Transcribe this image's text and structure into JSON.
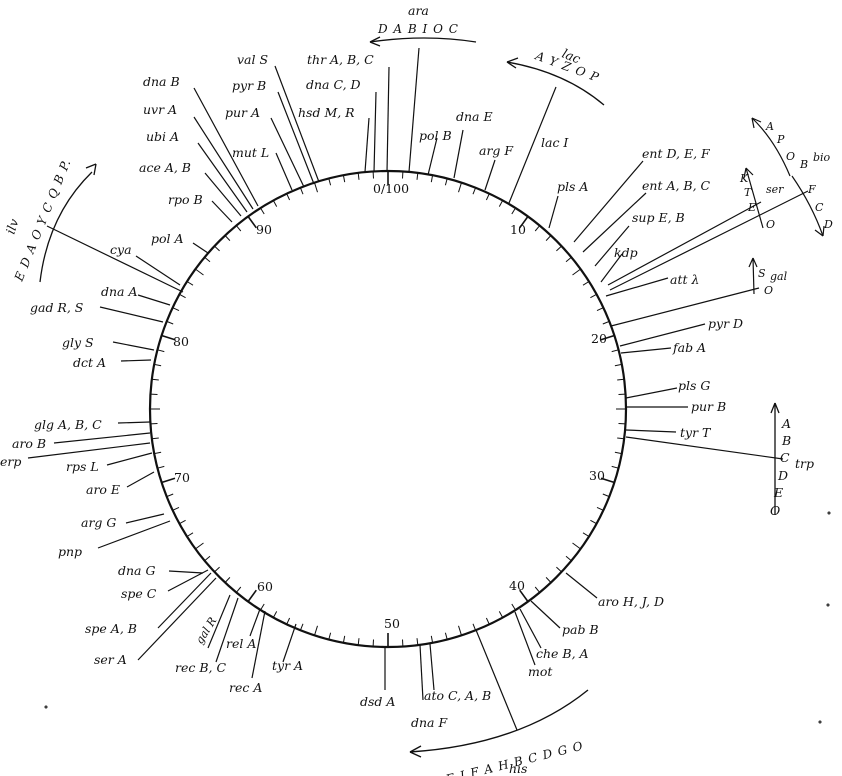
{
  "diagram": {
    "scale_numbers": [
      "0/100",
      "10",
      "20",
      "30",
      "40",
      "50",
      "60",
      "70",
      "80",
      "90"
    ],
    "loci": [
      {
        "label": "ara",
        "minute": 99.3
      },
      {
        "label": "thr A, B, C",
        "minute": 98.6
      },
      {
        "label": "val S",
        "minute": 95.0
      },
      {
        "label": "dna C, D",
        "minute": 98.2
      },
      {
        "label": "hsd M, R",
        "minute": 97.7
      },
      {
        "label": "pyr B",
        "minute": 94.4
      },
      {
        "label": "dna B",
        "minute": 91.6
      },
      {
        "label": "uvr A",
        "minute": 92.0
      },
      {
        "label": "ubi A",
        "minute": 92.4
      },
      {
        "label": "pur A",
        "minute": 94.9
      },
      {
        "label": "mut L",
        "minute": 95.6
      },
      {
        "label": "ace A, B",
        "minute": 90.8
      },
      {
        "label": "rpo B",
        "minute": 90.0
      },
      {
        "label": "pol A",
        "minute": 87.0
      },
      {
        "label": "cya",
        "minute": 85.7
      },
      {
        "label": "dna A",
        "minute": 83.3
      },
      {
        "label": "gad R, S",
        "minute": 81.9
      },
      {
        "label": "gly S",
        "minute": 79.3
      },
      {
        "label": "dct A",
        "minute": 78.6
      },
      {
        "label": "glg A, B, C",
        "minute": 75.1
      },
      {
        "label": "aro B",
        "minute": 74.4
      },
      {
        "label": "rps L",
        "minute": 72.8
      },
      {
        "label": "aro E",
        "minute": 72.5
      },
      {
        "label": "arg G",
        "minute": 68.5
      },
      {
        "label": "pnp",
        "minute": 68.3
      },
      {
        "label": "dna G",
        "minute": 66.5
      },
      {
        "label": "spe C",
        "minute": 65.0
      },
      {
        "label": "spe A, B",
        "minute": 63.8
      },
      {
        "label": "ser A",
        "minute": 63.4
      },
      {
        "label": "gal R",
        "minute": 61.5
      },
      {
        "label": "rec B, C",
        "minute": 61.0
      },
      {
        "label": "rel A",
        "minute": 59.5
      },
      {
        "label": "tyr A",
        "minute": 56.2
      },
      {
        "label": "rec A",
        "minute": 58.5
      },
      {
        "label": "dsd A",
        "minute": 51.5
      },
      {
        "label": "dna F",
        "minute": 50.2
      },
      {
        "label": "ato C, A, B",
        "minute": 49.6
      },
      {
        "label": "mot",
        "minute": 42.6
      },
      {
        "label": "che B, A",
        "minute": 42.1
      },
      {
        "label": "pab B",
        "minute": 41.6
      },
      {
        "label": "aro H, J, D",
        "minute": 38.6
      },
      {
        "label": "tyr T",
        "minute": 27.5
      },
      {
        "label": "pur B",
        "minute": 25.8
      },
      {
        "label": "pls G",
        "minute": 25.0
      },
      {
        "label": "fab A",
        "minute": 21.1
      },
      {
        "label": "pyr D",
        "minute": 20.8
      },
      {
        "label": "att λ",
        "minute": 16.7
      },
      {
        "label": "kdp",
        "minute": 15.3
      },
      {
        "label": "sup E, B",
        "minute": 14.8
      },
      {
        "label": "ent A, B, C",
        "minute": 13.5
      },
      {
        "label": "ent D, E, F",
        "minute": 13.0
      },
      {
        "label": "pls A",
        "minute": 11.4
      },
      {
        "label": "arg F",
        "minute": 6.8
      },
      {
        "label": "lac I",
        "minute": 8.0
      },
      {
        "label": "pol B",
        "minute": 1.9
      },
      {
        "label": "dna E",
        "minute": 4.0
      }
    ],
    "operons": {
      "ara": {
        "name": "ara",
        "genes": "D A B I O C"
      },
      "lac": {
        "name": "lac",
        "genes": "A Y Z O P"
      },
      "ilv": {
        "name": "ilv",
        "genes": "E D A O Y C Q B P."
      },
      "his": {
        "name": "his",
        "genes": "E I F A H B C D G O"
      },
      "trp": {
        "name": "trp",
        "genes": [
          "A",
          "B",
          "C",
          "D",
          "E",
          "O"
        ]
      },
      "bio": {
        "name": "bio",
        "left_genes": [
          "A",
          "P",
          "O"
        ],
        "right_genes": [
          "B",
          "F",
          "C",
          "D"
        ]
      },
      "ser": {
        "name": "ser",
        "genes": [
          "K",
          "T",
          "E",
          "O"
        ]
      },
      "gal": {
        "name": "gal",
        "genes": [
          "S",
          "O"
        ]
      },
      "erp": {
        "name": "erp"
      }
    }
  }
}
